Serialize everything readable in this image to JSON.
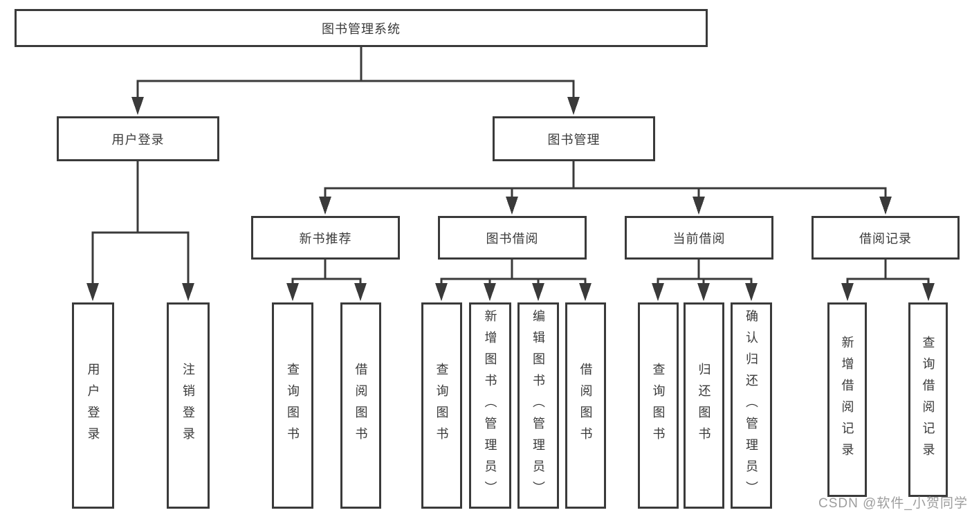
{
  "diagram": {
    "title": "图书管理系统",
    "children": [
      {
        "label": "用户登录",
        "children": [
          {
            "label": "用户登录"
          },
          {
            "label": "注销登录"
          }
        ]
      },
      {
        "label": "图书管理",
        "children": [
          {
            "label": "新书推荐",
            "children": [
              {
                "label": "查询图书"
              },
              {
                "label": "借阅图书"
              }
            ]
          },
          {
            "label": "图书借阅",
            "children": [
              {
                "label": "查询图书"
              },
              {
                "label": "新增图书（管理员）"
              },
              {
                "label": "编辑图书（管理员）"
              },
              {
                "label": "借阅图书"
              }
            ]
          },
          {
            "label": "当前借阅",
            "children": [
              {
                "label": "查询图书"
              },
              {
                "label": "归还图书"
              },
              {
                "label": "确认归还（管理员）"
              }
            ]
          },
          {
            "label": "借阅记录",
            "children": [
              {
                "label": "新增借阅记录"
              },
              {
                "label": "查询借阅记录"
              }
            ]
          }
        ]
      }
    ]
  },
  "watermark": {
    "text": "CSDN @软件_小贺同学",
    "color": "#9d9d9d"
  },
  "colors": {
    "line": "#3a3a3a",
    "text": "#3a3a3a",
    "background": "#ffffff"
  }
}
